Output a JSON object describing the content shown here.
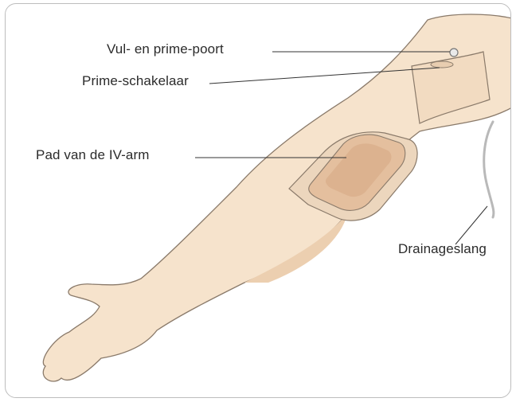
{
  "labels": {
    "fill_port": "Vul- en prime-poort",
    "prime_switch": "Prime-schakelaar",
    "iv_pad": "Pad van de IV-arm",
    "drain_tube": "Drainageslang"
  },
  "colors": {
    "skin": "#f6e3cc",
    "skin_shadow": "#eccfb0",
    "outline": "#8a7a6a",
    "pad": "#e4bf9e",
    "pad_inner": "#d7aa85",
    "leader": "#333333"
  }
}
